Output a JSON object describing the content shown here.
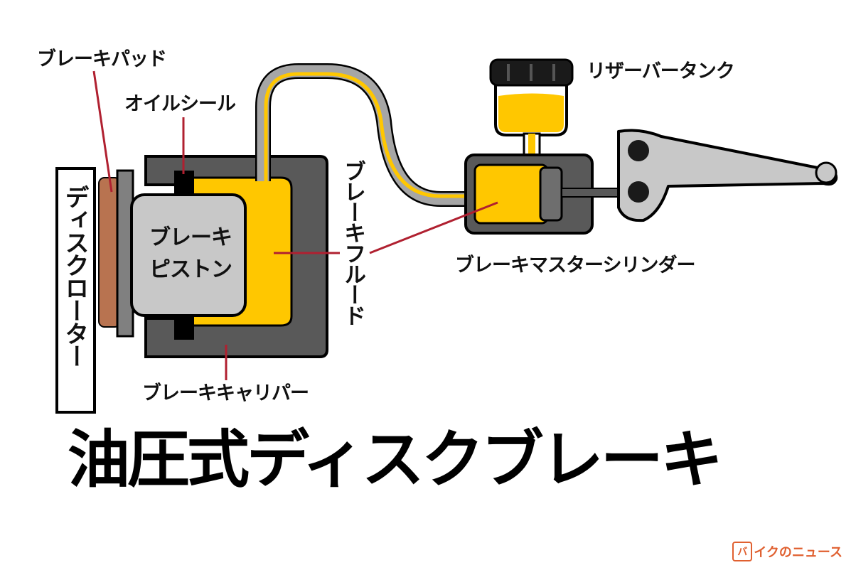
{
  "labels": {
    "brake_pad": "ブレーキパッド",
    "oil_seal": "オイルシール",
    "brake_piston_line1": "ブレーキ",
    "brake_piston_line2": "ピストン",
    "disc_rotor": "ディスクローター",
    "brake_fluid": "ブレーキフルード",
    "brake_caliper": "ブレーキキャリパー",
    "reservoir_tank": "リザーバータンク",
    "master_cylinder": "ブレーキマスターシリンダー"
  },
  "title": "油圧式ディスクブレーキ",
  "watermark": {
    "logo_glyph": "バ",
    "text": "イクのニュース"
  },
  "colors": {
    "fluid": "#ffc700",
    "caliper": "#595959",
    "piston": "#c8c8c8",
    "pad": "#b87350",
    "leader": "#b02030",
    "hose_outer": "#a6a6a6"
  }
}
